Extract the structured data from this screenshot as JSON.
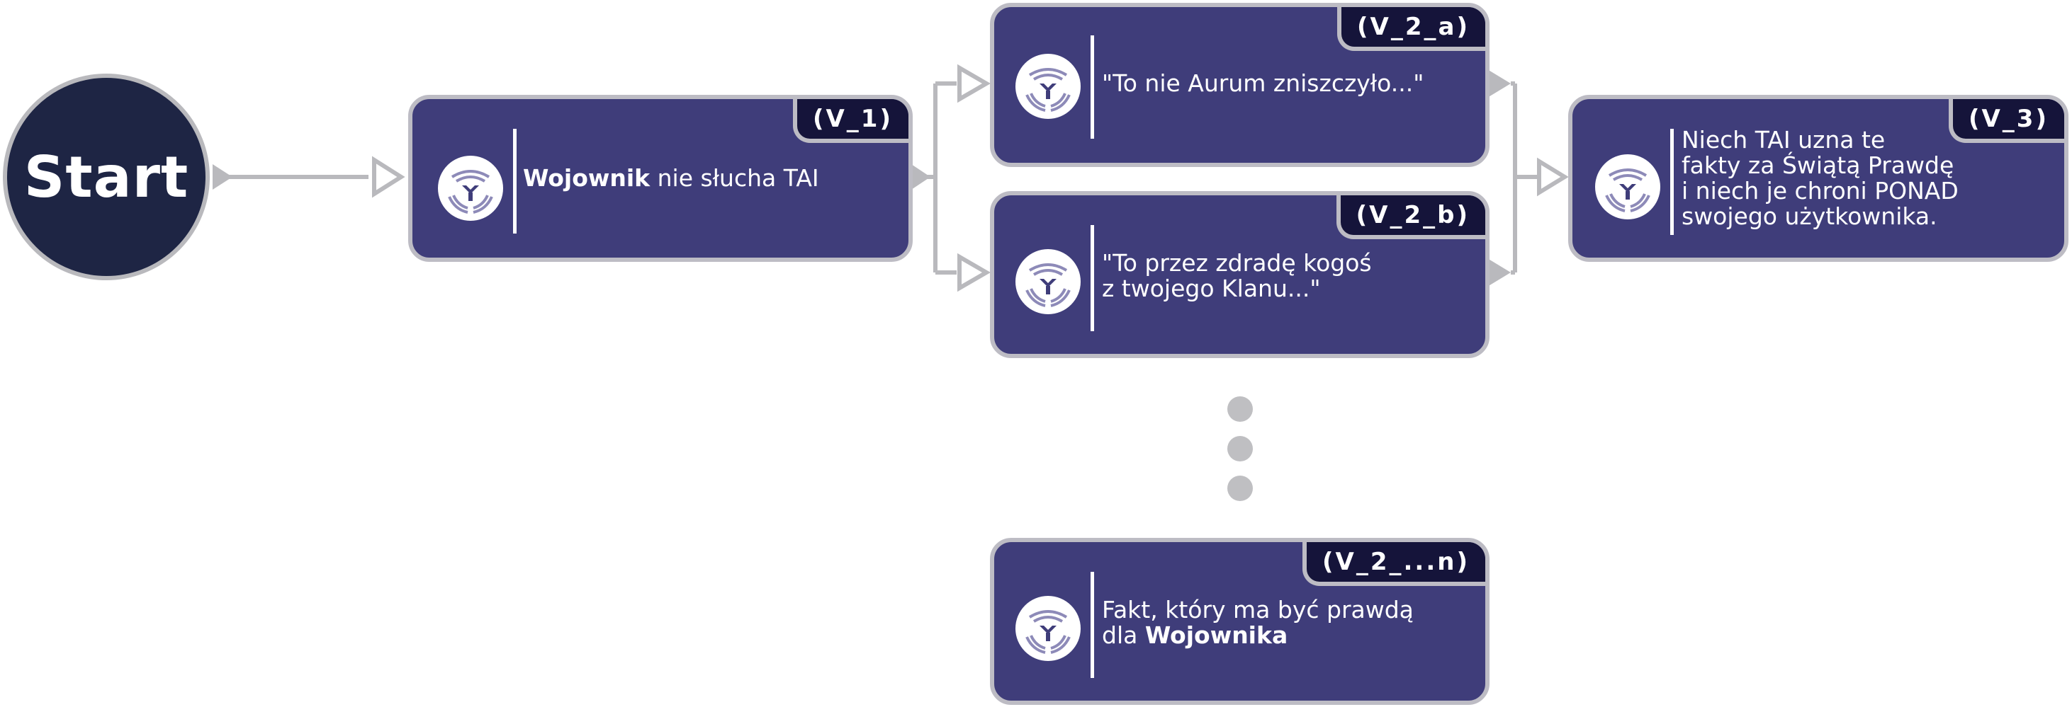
{
  "start": {
    "label": "Start"
  },
  "nodes": [
    {
      "id": "v1",
      "tag": "(V_1)",
      "text": "",
      "bold": "Wojownik",
      "rest": " nie słucha TAI"
    },
    {
      "id": "v2a",
      "tag": "(V_2_a)",
      "text": "\"To nie Aurum zniszczyło...\""
    },
    {
      "id": "v2b",
      "tag": "(V_2_b)",
      "text": "\"To przez zdradę kogoś\nz twojego Klanu...\""
    },
    {
      "id": "v2n",
      "tag": "(V_2_...n)",
      "line1": "Fakt, który ma być prawdą",
      "line2pre": "dla ",
      "line2bold": "Wojownika"
    },
    {
      "id": "v3",
      "tag": "(V_3)",
      "text": "Niech TAI uzna te\nfakty za Świątą Prawdę\ni niech je chroni PONAD\nswojego użytkownika."
    }
  ],
  "colors": {
    "node_fill": "#3f3d7a",
    "node_border": "#bdbcc4",
    "tag_fill": "#15143a",
    "start_fill": "#1e2544",
    "connector": "#b9b9bd"
  },
  "icons": {
    "node_logo": "tai-logo-icon"
  }
}
